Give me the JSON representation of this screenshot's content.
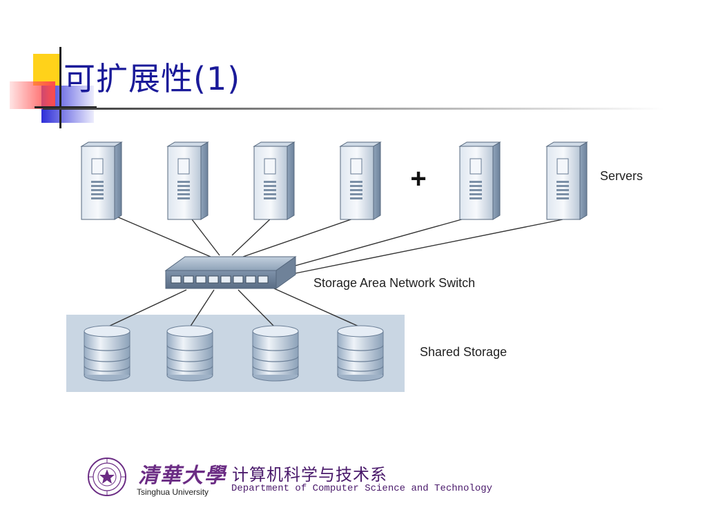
{
  "slide": {
    "title": "可扩展性(1)"
  },
  "diagram": {
    "plus_sign": "+",
    "servers_label": "Servers",
    "switch_label": "Storage Area Network Switch",
    "storage_label": "Shared Storage"
  },
  "footer": {
    "university_cn": "清華大學",
    "university_en": "Tsinghua University",
    "department_cn": "计算机科学与技术系",
    "department_en": "Department of Computer Science and Technology"
  },
  "colors": {
    "title": "#1a1a99",
    "accent_yellow": "#ffd21a",
    "accent_red": "#ff5a5a",
    "accent_blue": "#3a3ad6",
    "storage_band": "#c9d6e3",
    "footer_purple": "#6b2c84"
  }
}
